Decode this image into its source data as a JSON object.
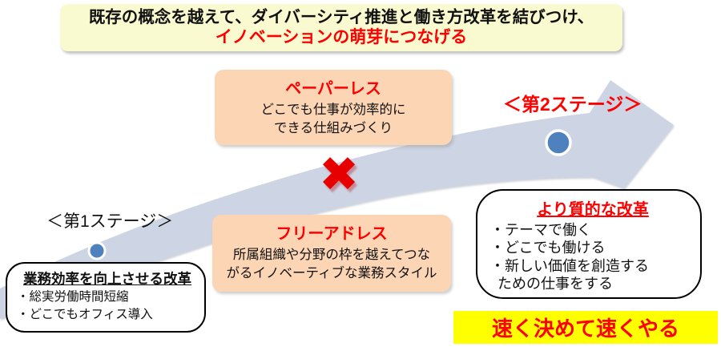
{
  "header": {
    "line1": "既存の概念を越えて、ダイバーシティ推進と働き方改革を結びつけ、",
    "line2": "イノベーションの萌芽につなげる"
  },
  "stage1": {
    "label": "＜第1ステージ＞",
    "box": {
      "title": "業務効率を向上させる改革",
      "items": [
        "・総実労働時間短縮",
        "・どこでもオフィス導入"
      ]
    }
  },
  "stage2": {
    "label": "＜第2ステージ＞",
    "box": {
      "title": "より質的な改革",
      "items": [
        "・テーマで働く",
        "・どこでも働ける",
        "・新しい価値を創造する",
        "ための仕事をする"
      ]
    }
  },
  "paperless": {
    "title": "ペーパーレス",
    "line1": "どこでも仕事が効率的に",
    "line2": "できる仕組みづくり"
  },
  "free_address": {
    "title": "フリーアドレス",
    "line1": "所属組織や分野の枠を越えてつな",
    "line2": "がるイノベーティブな業務スタイル"
  },
  "cross_glyph": "✖",
  "footer": {
    "text": "速く決めて速くやる"
  },
  "colors": {
    "banner_yellow": "#FAFAD0",
    "bright_yellow": "#FFFF00",
    "peach": "#FCD5B5",
    "arrow": "#CDD4E3",
    "dot_blue": "#4E81BD",
    "dot_ring": "#FFFFFF",
    "accent_red": "#FF0000",
    "cross_red": "#E60000"
  }
}
